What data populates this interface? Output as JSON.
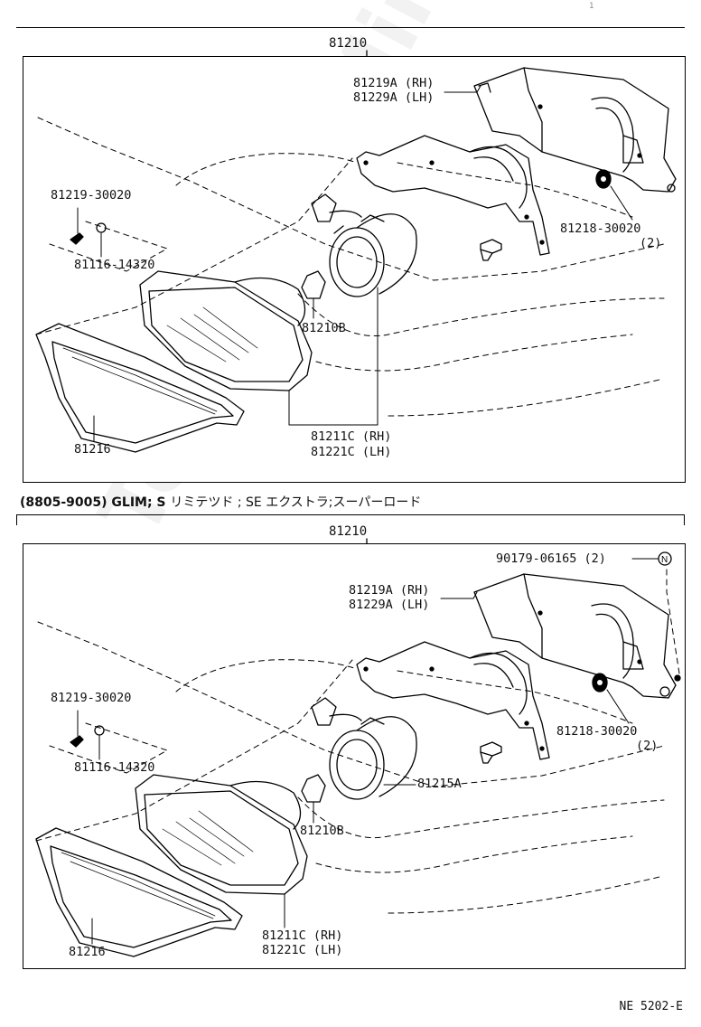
{
  "page": {
    "number": "1",
    "figure_code": "NE 5202-E",
    "watermark": "ToyotaCarMiro"
  },
  "top_panel": {
    "assembly": "81210",
    "parts": {
      "bracket_rh": "81219A (RH)",
      "bracket_lh": "81229A (LH)",
      "screw": "81219-30020",
      "nut": "81116-14320",
      "washer": "81218-30020",
      "washer_qty": "(2)",
      "bulb": "81210B",
      "lens_rh": "81211C (RH)",
      "lens_lh": "81221C (LH)",
      "bezel": "81216"
    }
  },
  "section_note": {
    "code": "(8805-9005) GLIM; S",
    "jp": "リミテツド ; SE エクストラ;スーパーロード"
  },
  "bottom_panel": {
    "assembly": "81210",
    "parts": {
      "bolt": "90179-06165 (2)",
      "bolt_marker": "N",
      "bracket_rh": "81219A (RH)",
      "bracket_lh": "81229A (LH)",
      "screw": "81219-30020",
      "nut": "81116-14320",
      "washer": "81218-30020",
      "washer_qty": "(2)",
      "socket": "81215A",
      "bulb": "81210B",
      "lens_rh": "81211C (RH)",
      "lens_lh": "81221C (LH)",
      "bezel": "81216"
    }
  }
}
